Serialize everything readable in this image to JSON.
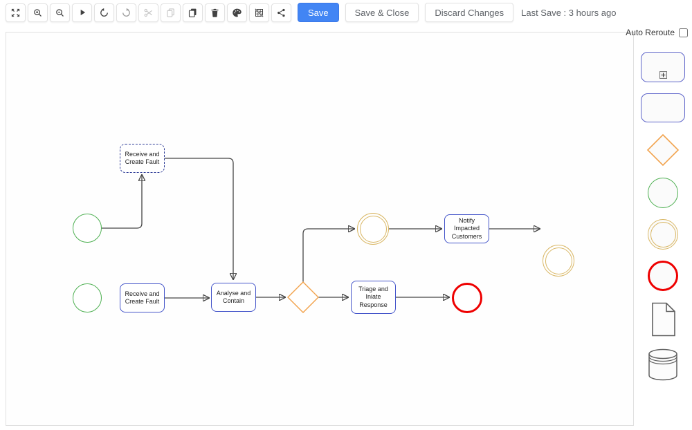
{
  "toolbar": {
    "icon_buttons": [
      {
        "name": "fit-screen",
        "icon": "expand-arrows-icon",
        "state": "enabled"
      },
      {
        "name": "zoom-in",
        "icon": "magnifier-plus-icon",
        "state": "enabled"
      },
      {
        "name": "zoom-out",
        "icon": "magnifier-minus-icon",
        "state": "enabled"
      },
      {
        "name": "play",
        "icon": "play-icon",
        "state": "enabled"
      },
      {
        "name": "undo",
        "icon": "rotate-left-icon",
        "state": "enabled"
      },
      {
        "name": "redo",
        "icon": "rotate-right-icon",
        "state": "dimmed"
      },
      {
        "name": "cut",
        "icon": "scissors-icon",
        "state": "disabled"
      },
      {
        "name": "copy",
        "icon": "copy-pages-icon",
        "state": "disabled"
      },
      {
        "name": "paste",
        "icon": "paste-icon",
        "state": "enabled"
      },
      {
        "name": "delete",
        "icon": "trash-icon",
        "state": "enabled"
      },
      {
        "name": "style",
        "icon": "palette-icon",
        "state": "enabled"
      },
      {
        "name": "grid-toggle",
        "icon": "grid-off-icon",
        "state": "enabled"
      },
      {
        "name": "share",
        "icon": "share-icon",
        "state": "enabled"
      }
    ],
    "save_label": "Save",
    "save_close_label": "Save & Close",
    "discard_label": "Discard Changes",
    "last_save_text": "Last Save : 3 hours ago",
    "save_button_color": "#4285f4"
  },
  "palette": {
    "auto_reroute_label": "Auto Reroute",
    "auto_reroute_checked": false,
    "items": [
      "subprocess",
      "task",
      "gateway",
      "start-event",
      "intermediate-event",
      "end-event",
      "document",
      "datastore"
    ]
  },
  "diagram": {
    "nodes": {
      "start_event_top": {
        "type": "start-event",
        "color": "#4caf50"
      },
      "task_receive_create_fault_top": {
        "type": "task",
        "label": "Receive and Create Fault",
        "selected": true
      },
      "start_event_bottom": {
        "type": "start-event",
        "color": "#4caf50"
      },
      "task_receive_create_fault_bottom": {
        "type": "task",
        "label": "Receive and Create Fault"
      },
      "task_analyse_and_contain": {
        "type": "task",
        "label": "Analyse and Contain"
      },
      "gateway": {
        "type": "exclusive-gateway",
        "color": "#f2a44f"
      },
      "intermediate_event_mid": {
        "type": "intermediate-event",
        "color": "#d9b765"
      },
      "task_notify_impacted_customers": {
        "type": "task",
        "label": "Notify Impacted Customers"
      },
      "intermediate_event_right": {
        "type": "intermediate-event",
        "color": "#d9b765"
      },
      "task_triage_and_iniate_response": {
        "type": "task",
        "label": "Triage and Iniate Response"
      },
      "end_event": {
        "type": "end-event",
        "color": "#ee0000"
      }
    },
    "edges": [
      {
        "from": "start_event_top",
        "to": "task_receive_create_fault_top"
      },
      {
        "from": "task_receive_create_fault_top",
        "to": "task_analyse_and_contain"
      },
      {
        "from": "task_receive_create_fault_bottom",
        "to": "task_analyse_and_contain"
      },
      {
        "from": "task_analyse_and_contain",
        "to": "gateway"
      },
      {
        "from": "gateway",
        "to": "intermediate_event_mid"
      },
      {
        "from": "intermediate_event_mid",
        "to": "task_notify_impacted_customers"
      },
      {
        "from": "task_notify_impacted_customers",
        "to": "intermediate_event_right"
      },
      {
        "from": "gateway",
        "to": "task_triage_and_iniate_response"
      },
      {
        "from": "task_triage_and_iniate_response",
        "to": "end_event"
      }
    ],
    "colors": {
      "task_border": "#4253c9",
      "selected_task_border": "#2c3a96",
      "edge": "#444444"
    }
  }
}
